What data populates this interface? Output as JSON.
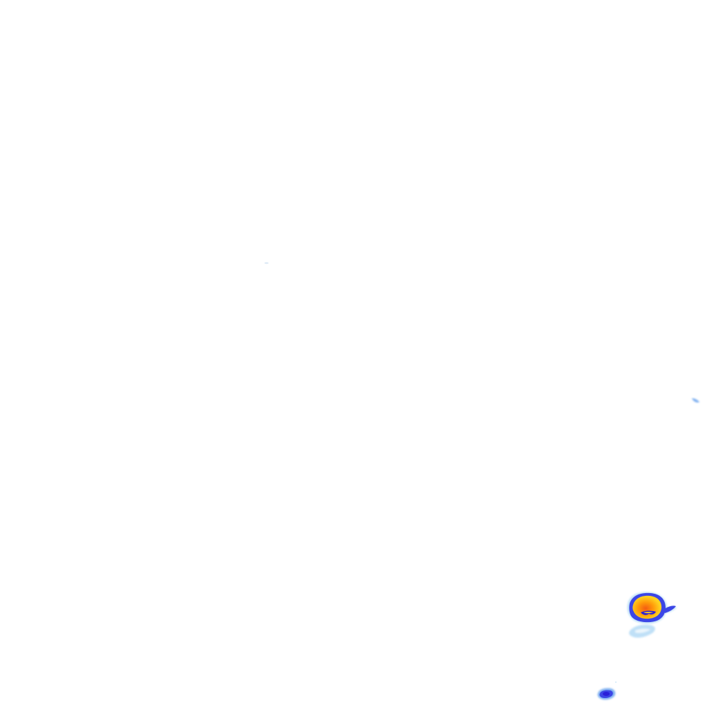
{
  "radar_tile": {
    "background_color": "#ffffff",
    "palette": {
      "light_blue": "#bfe0f7",
      "mid_blue": "#7fb0f0",
      "blue": "#3c46e6",
      "deep_blue": "#2a1fd8",
      "yellow": "#ffd21f",
      "orange": "#ff9a0a",
      "red_orange": "#f45c12"
    },
    "echoes": [
      {
        "name": "storm-cell-main",
        "intensity": "heavy"
      },
      {
        "name": "echo-trail-light",
        "intensity": "light"
      },
      {
        "name": "echo-small-east",
        "intensity": "light"
      },
      {
        "name": "echo-bottom",
        "intensity": "moderate"
      },
      {
        "name": "echo-speck-center",
        "intensity": "trace"
      }
    ]
  }
}
